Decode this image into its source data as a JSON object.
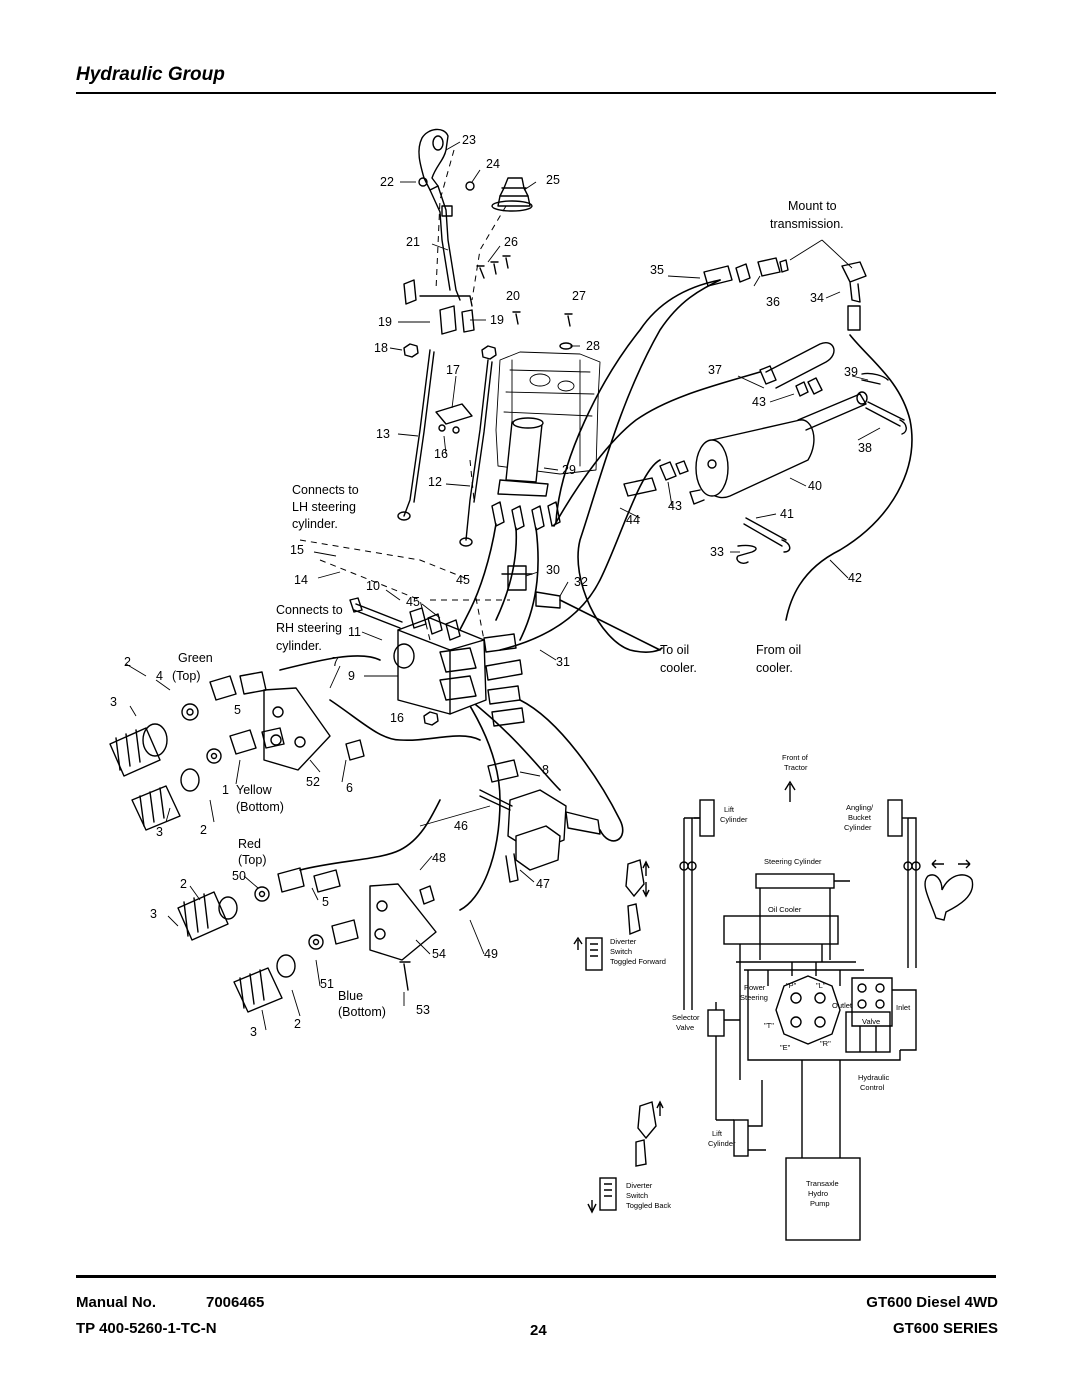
{
  "header": {
    "title": "Hydraulic Group"
  },
  "callouts": [
    {
      "id": "c23",
      "label": "23"
    },
    {
      "id": "c24",
      "label": "24"
    },
    {
      "id": "c22",
      "label": "22"
    },
    {
      "id": "c25",
      "label": "25"
    },
    {
      "id": "c21",
      "label": "21"
    },
    {
      "id": "c26",
      "label": "26"
    },
    {
      "id": "c35",
      "label": "35"
    },
    {
      "id": "c20",
      "label": "20"
    },
    {
      "id": "c27",
      "label": "27"
    },
    {
      "id": "c36",
      "label": "36"
    },
    {
      "id": "c34",
      "label": "34"
    },
    {
      "id": "c19l",
      "label": "19"
    },
    {
      "id": "c19r",
      "label": "19"
    },
    {
      "id": "c18",
      "label": "18"
    },
    {
      "id": "c28",
      "label": "28"
    },
    {
      "id": "c17",
      "label": "17"
    },
    {
      "id": "c37",
      "label": "37"
    },
    {
      "id": "c39",
      "label": "39"
    },
    {
      "id": "c43a",
      "label": "43"
    },
    {
      "id": "c13",
      "label": "13"
    },
    {
      "id": "c38",
      "label": "38"
    },
    {
      "id": "c16a",
      "label": "16"
    },
    {
      "id": "c29",
      "label": "29"
    },
    {
      "id": "c12",
      "label": "12"
    },
    {
      "id": "c40",
      "label": "40"
    },
    {
      "id": "c43b",
      "label": "43"
    },
    {
      "id": "c44",
      "label": "44"
    },
    {
      "id": "c41",
      "label": "41"
    },
    {
      "id": "c15",
      "label": "15"
    },
    {
      "id": "c33",
      "label": "33"
    },
    {
      "id": "c30",
      "label": "30"
    },
    {
      "id": "c14",
      "label": "14"
    },
    {
      "id": "c10",
      "label": "10"
    },
    {
      "id": "c45a",
      "label": "45"
    },
    {
      "id": "c32",
      "label": "32"
    },
    {
      "id": "c42",
      "label": "42"
    },
    {
      "id": "c45b",
      "label": "45"
    },
    {
      "id": "c11",
      "label": "11"
    },
    {
      "id": "c2a",
      "label": "2"
    },
    {
      "id": "c7",
      "label": "7"
    },
    {
      "id": "c31",
      "label": "31"
    },
    {
      "id": "c4",
      "label": "4"
    },
    {
      "id": "c9",
      "label": "9"
    },
    {
      "id": "c3a",
      "label": "3"
    },
    {
      "id": "c5a",
      "label": "5"
    },
    {
      "id": "c16b",
      "label": "16"
    },
    {
      "id": "c8",
      "label": "8"
    },
    {
      "id": "c1",
      "label": "1"
    },
    {
      "id": "c52",
      "label": "52"
    },
    {
      "id": "c6",
      "label": "6"
    },
    {
      "id": "c46",
      "label": "46"
    },
    {
      "id": "c3b",
      "label": "3"
    },
    {
      "id": "c2b",
      "label": "2"
    },
    {
      "id": "c48",
      "label": "48"
    },
    {
      "id": "c2c",
      "label": "2"
    },
    {
      "id": "c50",
      "label": "50"
    },
    {
      "id": "c5b",
      "label": "5"
    },
    {
      "id": "c47",
      "label": "47"
    },
    {
      "id": "c3c",
      "label": "3"
    },
    {
      "id": "c54",
      "label": "54"
    },
    {
      "id": "c49",
      "label": "49"
    },
    {
      "id": "c51",
      "label": "51"
    },
    {
      "id": "c53",
      "label": "53"
    },
    {
      "id": "c3d",
      "label": "3"
    },
    {
      "id": "c2d",
      "label": "2"
    }
  ],
  "notes": {
    "mount_to_1": "Mount to",
    "mount_to_2": "transmission.",
    "lh_1": "Connects to",
    "lh_2": "LH steering",
    "lh_3": "cylinder.",
    "rh_1": "Connects to",
    "rh_2": "RH steering",
    "rh_3": "cylinder.",
    "to_oil_1": "To oil",
    "to_oil_2": "cooler.",
    "from_oil_1": "From oil",
    "from_oil_2": "cooler.",
    "green_1": "Green",
    "green_2": "(Top)",
    "yellow_1": "Yellow",
    "yellow_2": "(Bottom)",
    "red_1": "Red",
    "red_2": "(Top)",
    "blue_1": "Blue",
    "blue_2": "(Bottom)"
  },
  "schematic": {
    "front_1": "Front of",
    "front_2": "Tractor",
    "lift_1": "Lift",
    "lift_2": "Cylinder",
    "angling_1": "Angling/",
    "angling_2": "Bucket",
    "angling_3": "Cylinder",
    "steering_cylinder": "Steering Cylinder",
    "oil_cooler": "Oil Cooler",
    "power_1": "Power",
    "power_2": "Steering",
    "outlet": "Outlet",
    "inlet": "Inlet",
    "valve": "Valve",
    "selector_1": "Selector",
    "selector_2": "Valve",
    "p1": "\"P\"",
    "l1": "\"L\"",
    "t1": "\"T\"",
    "r1": "\"R\"",
    "e1": "\"E\"",
    "diverter_fwd_1": "Diverter",
    "diverter_fwd_2": "Switch",
    "diverter_fwd_3": "Toggled Forward",
    "hydraulic_1": "Hydraulic",
    "hydraulic_2": "Control",
    "lift2_1": "Lift",
    "lift2_2": "Cylinder",
    "transaxle_1": "Transaxle",
    "transaxle_2": "Hydro",
    "transaxle_3": "Pump",
    "diverter_back_1": "Diverter",
    "diverter_back_2": "Switch",
    "diverter_back_3": "Toggled Back"
  },
  "footer": {
    "manual_label": "Manual No.",
    "manual_no": "7006465",
    "tp": "TP 400-5260-1-TC-N",
    "page": "24",
    "model": "GT600 Diesel 4WD",
    "series": "GT600 SERIES"
  }
}
